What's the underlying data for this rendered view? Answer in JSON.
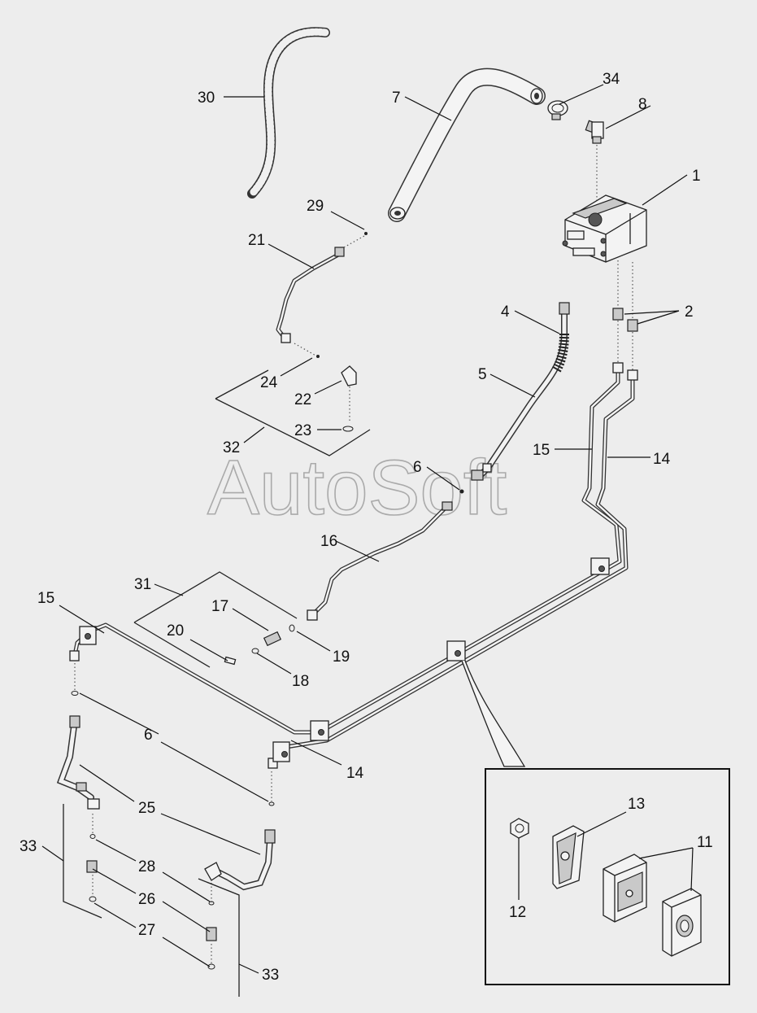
{
  "watermark": "AutoSoft",
  "callouts": {
    "c1": "1",
    "c2": "2",
    "c4": "4",
    "c5": "5",
    "c6a": "6",
    "c6b": "6",
    "c7": "7",
    "c8": "8",
    "c11": "11",
    "c12": "12",
    "c13": "13",
    "c14a": "14",
    "c14b": "14",
    "c15a": "15",
    "c15b": "15",
    "c16": "16",
    "c17": "17",
    "c18": "18",
    "c19": "19",
    "c20": "20",
    "c21": "21",
    "c22": "22",
    "c23": "23",
    "c24": "24",
    "c25": "25",
    "c26": "26",
    "c27": "27",
    "c28": "28",
    "c29": "29",
    "c30": "30",
    "c31": "31",
    "c32": "32",
    "c33a": "33",
    "c33b": "33",
    "c34": "34"
  }
}
